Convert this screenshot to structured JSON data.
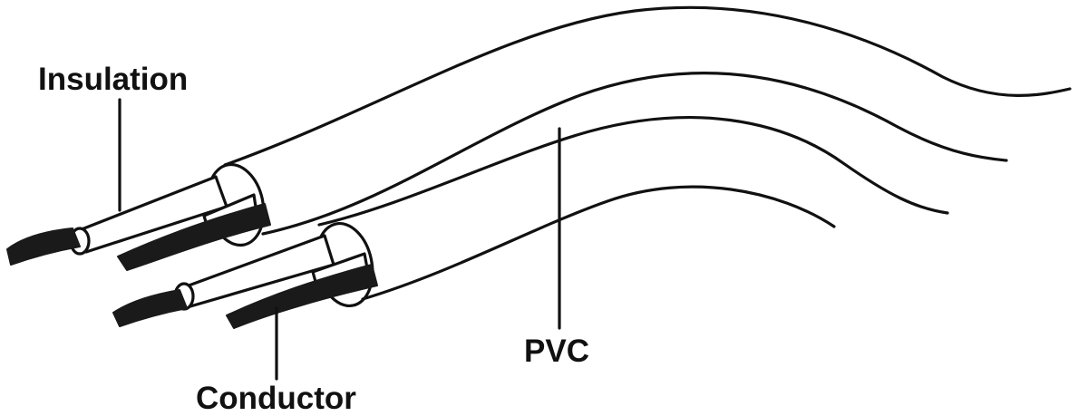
{
  "labels": {
    "insulation": "Insulation",
    "pvc": "PVC",
    "conductor": "Conductor"
  },
  "colors": {
    "ink": "#111111",
    "background": "#ffffff"
  }
}
